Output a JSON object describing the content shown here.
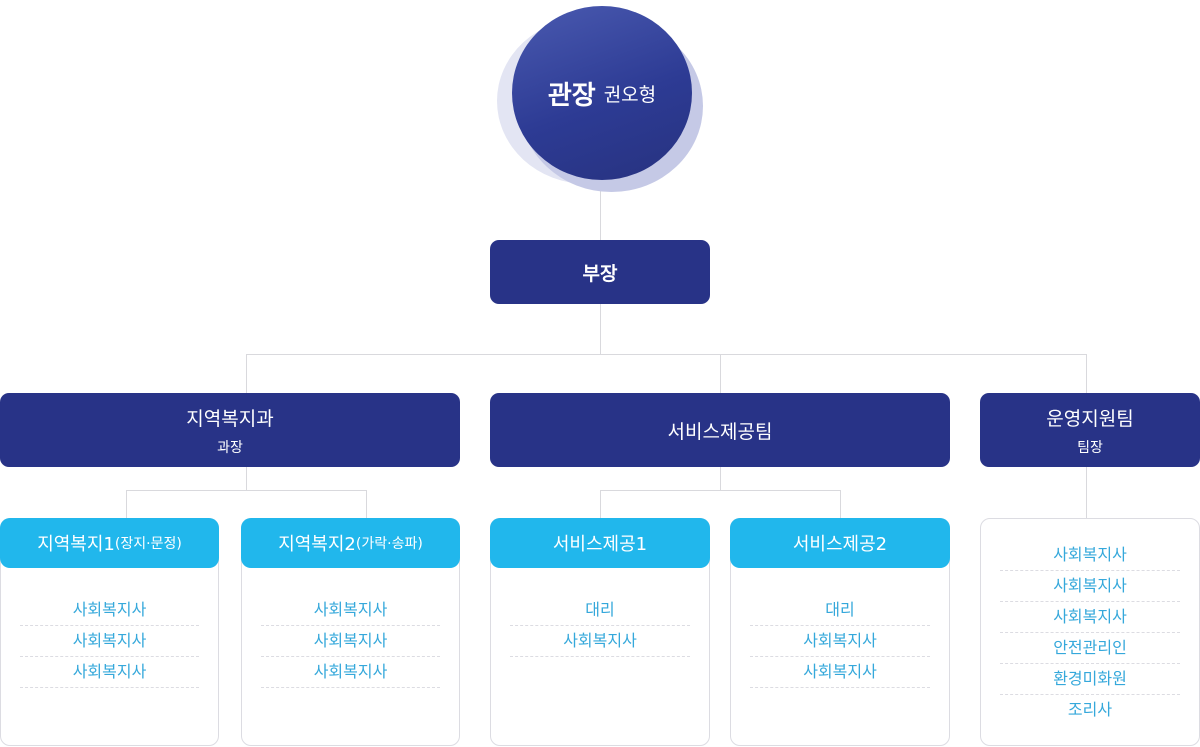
{
  "head": {
    "title": "관장",
    "name": "권오형"
  },
  "deputy": {
    "title": "부장"
  },
  "departments": [
    {
      "name": "지역복지과",
      "sub": "과장"
    },
    {
      "name": "서비스제공팀"
    },
    {
      "name": "운영지원팀",
      "sub": "팀장"
    }
  ],
  "teams": [
    {
      "name": "지역복지1",
      "suffix": "(장지·문정)",
      "members": [
        "사회복지사",
        "사회복지사",
        "사회복지사"
      ]
    },
    {
      "name": "지역복지2",
      "suffix": "(가락·송파)",
      "members": [
        "사회복지사",
        "사회복지사",
        "사회복지사"
      ]
    },
    {
      "name": "서비스제공1",
      "members": [
        "대리",
        "사회복지사"
      ]
    },
    {
      "name": "서비스제공2",
      "members": [
        "대리",
        "사회복지사",
        "사회복지사"
      ]
    }
  ],
  "ops_staff": [
    "사회복지사",
    "사회복지사",
    "사회복지사",
    "안전관리인",
    "환경미화원",
    "조리사"
  ],
  "colors": {
    "navy": "#283387",
    "sky": "#21b7ec",
    "item_text": "#35a8db"
  }
}
